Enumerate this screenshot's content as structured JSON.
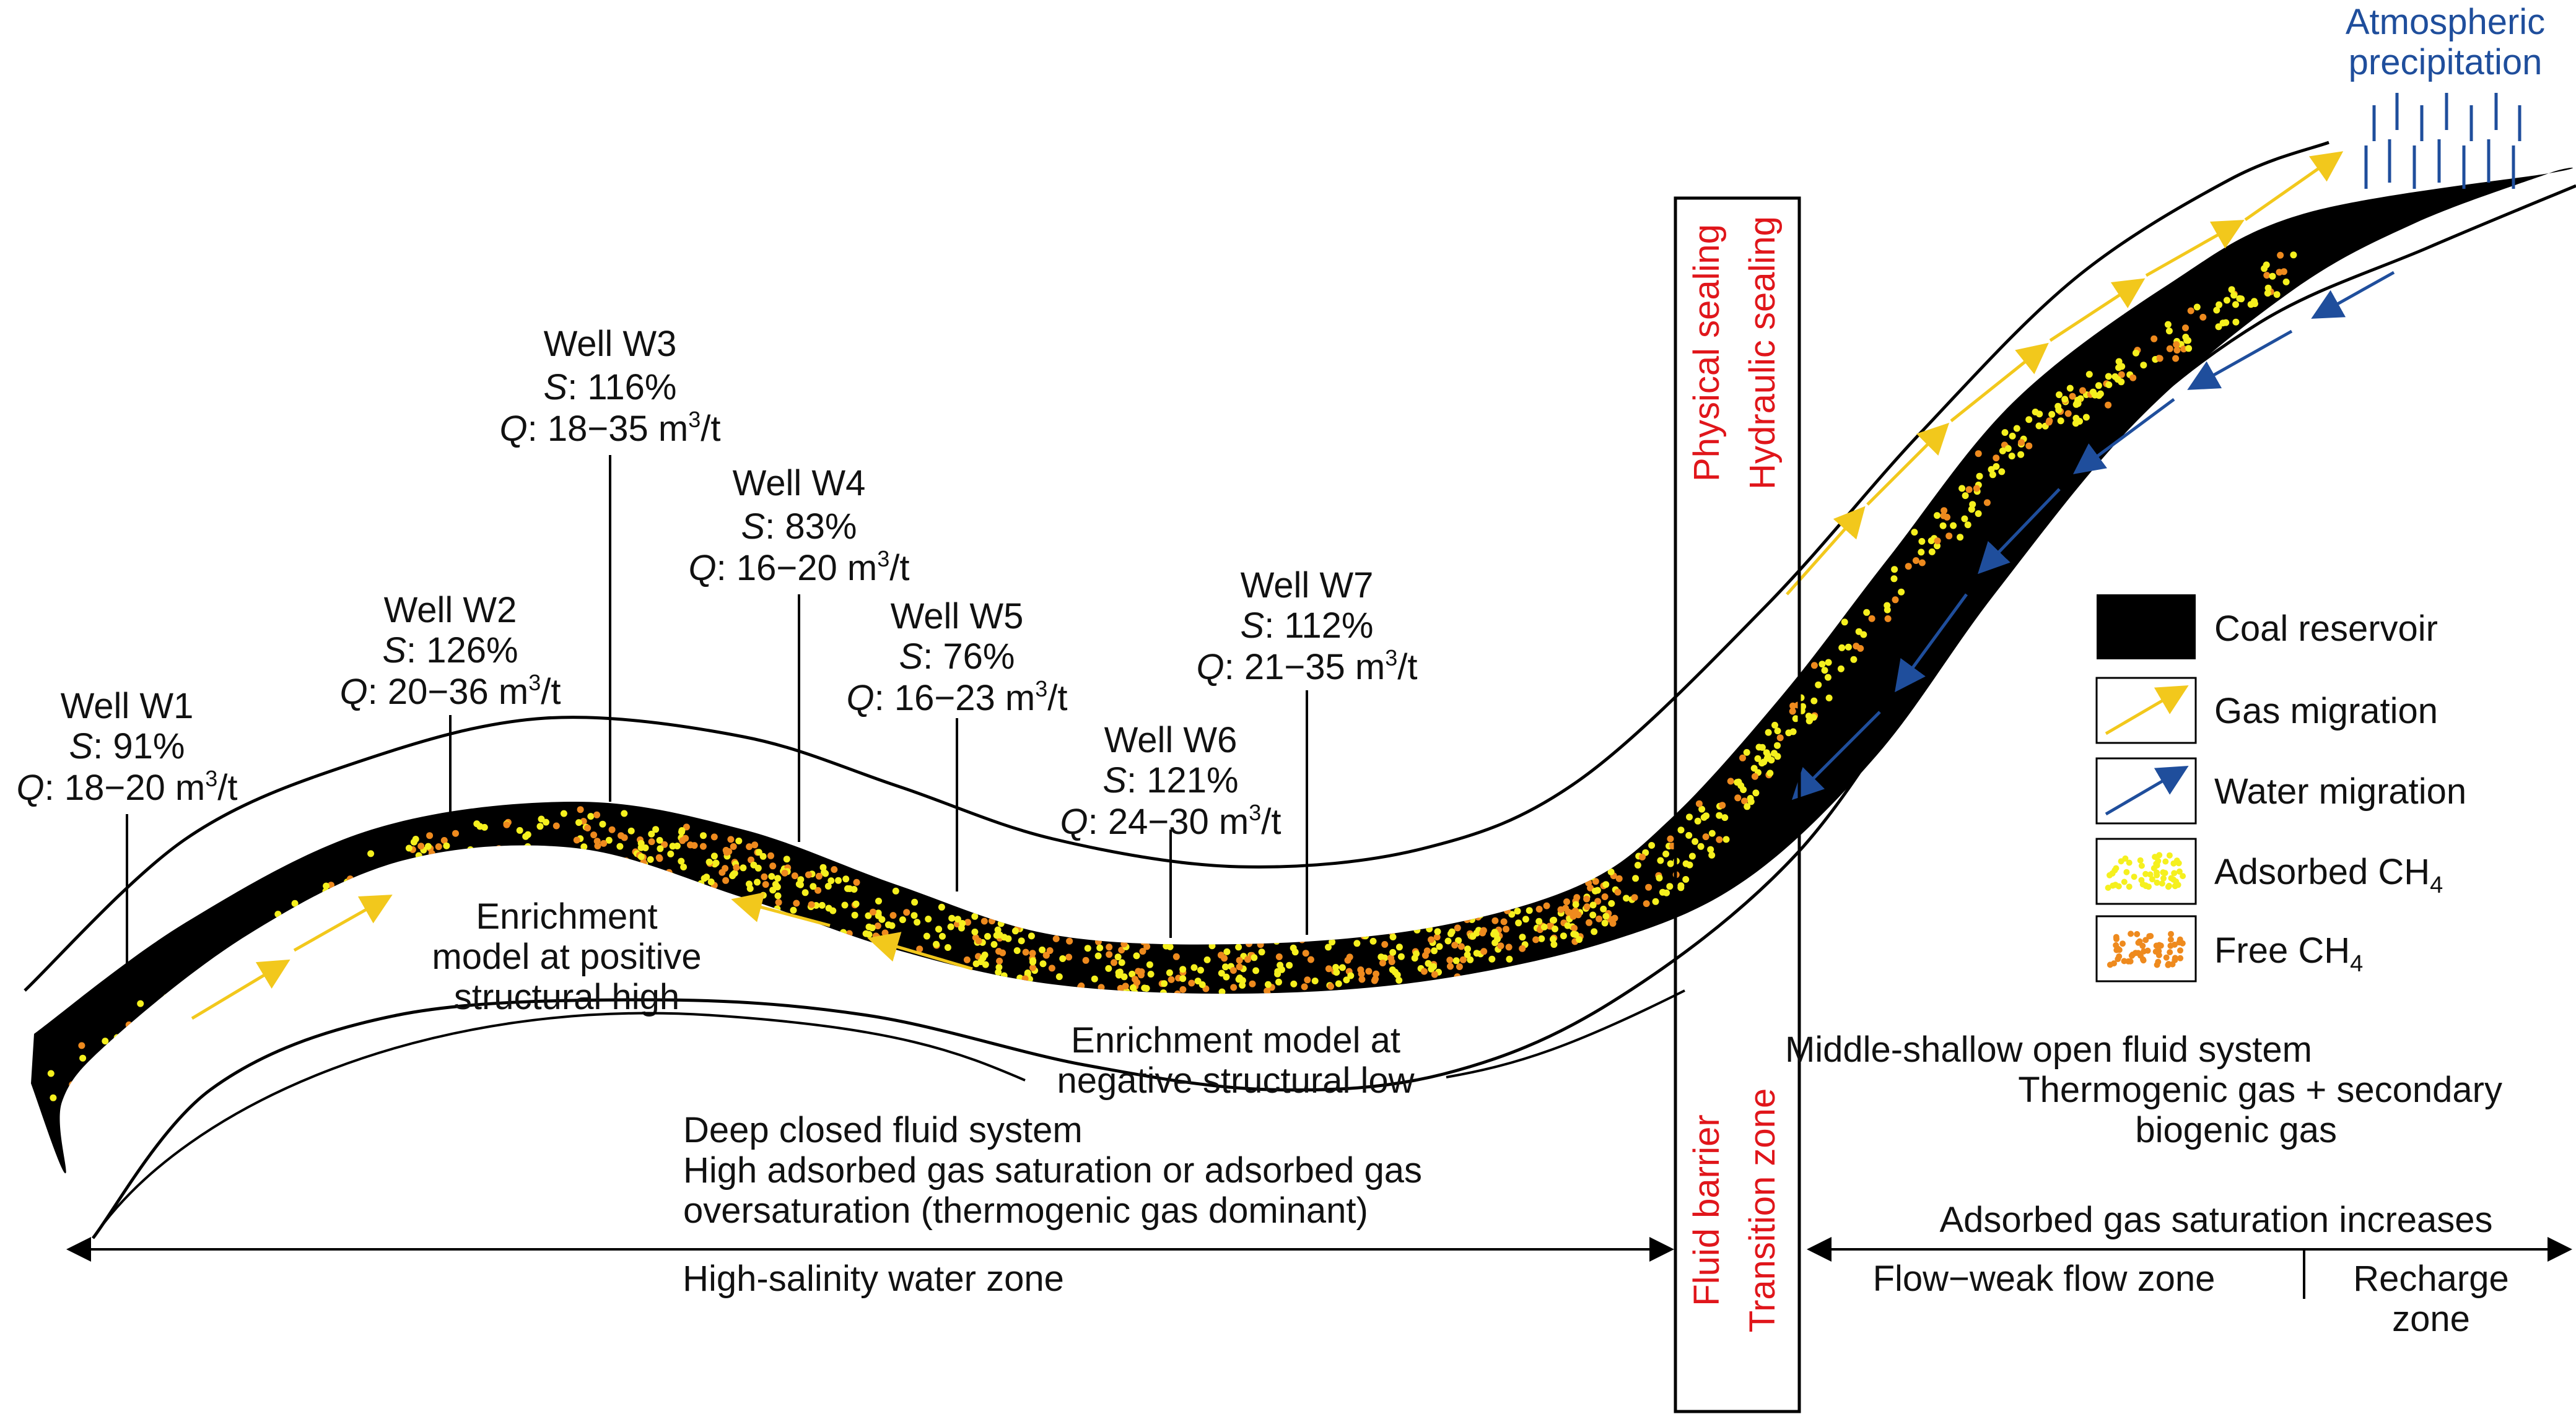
{
  "wells": [
    {
      "name": "Well W1",
      "s_label": "S",
      "s_value": ": 91%",
      "q_label": "Q",
      "q_value": ": 18−20 m",
      "q_sup": "3",
      "q_unit": "/t"
    },
    {
      "name": "Well W2",
      "s_label": "S",
      "s_value": ": 126%",
      "q_label": "Q",
      "q_value": ": 20−36 m",
      "q_sup": "3",
      "q_unit": "/t"
    },
    {
      "name": "Well W3",
      "s_label": "S",
      "s_value": ": 116%",
      "q_label": "Q",
      "q_value": ": 18−35 m",
      "q_sup": "3",
      "q_unit": "/t"
    },
    {
      "name": "Well W4",
      "s_label": "S",
      "s_value": ": 83%",
      "q_label": "Q",
      "q_value": ": 16−20 m",
      "q_sup": "3",
      "q_unit": "/t"
    },
    {
      "name": "Well W5",
      "s_label": "S",
      "s_value": ": 76%",
      "q_label": "Q",
      "q_value": ": 16−23 m",
      "q_sup": "3",
      "q_unit": "/t"
    },
    {
      "name": "Well W6",
      "s_label": "S",
      "s_value": ": 121%",
      "q_label": "Q",
      "q_value": ": 24−30 m",
      "q_sup": "3",
      "q_unit": "/t"
    },
    {
      "name": "Well W7",
      "s_label": "S",
      "s_value": ": 112%",
      "q_label": "Q",
      "q_value": ": 21−35 m",
      "q_sup": "3",
      "q_unit": "/t"
    }
  ],
  "top_right": {
    "line1": "Atmospheric",
    "line2": "precipitation"
  },
  "sealing": {
    "physical": "Physical sealing",
    "hydraulic": "Hydraulic sealing"
  },
  "barrier": {
    "fluid": "Fluid barrier",
    "transition": "Transition zone"
  },
  "legend": {
    "coal": "Coal reservoir",
    "gas": "Gas migration",
    "water": "Water migration",
    "adsorbed": "Adsorbed CH",
    "free": "Free CH",
    "sub4": "4"
  },
  "models": {
    "positive": [
      "Enrichment",
      "model at positive",
      "structural high"
    ],
    "negative": [
      "Enrichment model at",
      "negative structural low"
    ]
  },
  "deep_system": [
    "Deep closed fluid system",
    "High adsorbed gas saturation or adsorbed gas",
    "oversaturation (thermogenic gas dominant)"
  ],
  "shallow_system": [
    "Middle-shallow open fluid system",
    "Thermogenic gas + secondary",
    "biogenic gas"
  ],
  "zones": {
    "high_salinity": "High-salinity water zone",
    "saturation_increase": "Adsorbed gas saturation increases",
    "flow_weak": "Flow−weak flow zone",
    "recharge_1": "Recharge",
    "recharge_2": "zone"
  },
  "colors": {
    "coal": "#000000",
    "gas_arrow": "#f2c81c",
    "water_arrow": "#1f4e9c",
    "adsorbed": "#f5f01e",
    "free": "#ee8a1e",
    "red_text": "#e0161b",
    "blue_text": "#1f4e9c"
  }
}
